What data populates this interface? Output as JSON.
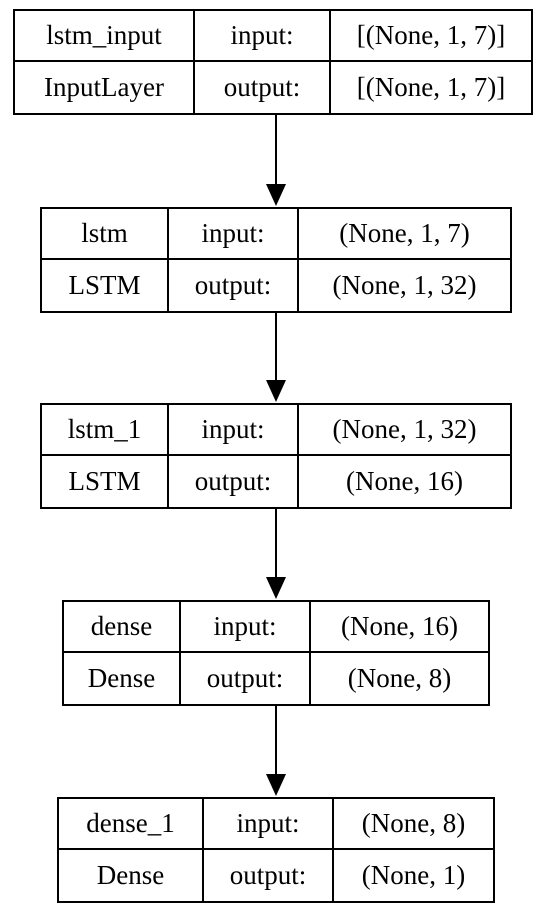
{
  "layers": [
    {
      "name": "lstm_input",
      "type": "InputLayer",
      "input_label": "input:",
      "output_label": "output:",
      "input_shape": "[(None, 1, 7)]",
      "output_shape": "[(None, 1, 7)]"
    },
    {
      "name": "lstm",
      "type": "LSTM",
      "input_label": "input:",
      "output_label": "output:",
      "input_shape": "(None, 1, 7)",
      "output_shape": "(None, 1, 32)"
    },
    {
      "name": "lstm_1",
      "type": "LSTM",
      "input_label": "input:",
      "output_label": "output:",
      "input_shape": "(None, 1, 32)",
      "output_shape": "(None, 16)"
    },
    {
      "name": "dense",
      "type": "Dense",
      "input_label": "input:",
      "output_label": "output:",
      "input_shape": "(None, 16)",
      "output_shape": "(None, 8)"
    },
    {
      "name": "dense_1",
      "type": "Dense",
      "input_label": "input:",
      "output_label": "output:",
      "input_shape": "(None, 8)",
      "output_shape": "(None, 1)"
    }
  ],
  "edges": [
    {
      "from": "lstm_input",
      "to": "lstm"
    },
    {
      "from": "lstm",
      "to": "lstm_1"
    },
    {
      "from": "lstm_1",
      "to": "dense"
    },
    {
      "from": "dense",
      "to": "dense_1"
    }
  ]
}
